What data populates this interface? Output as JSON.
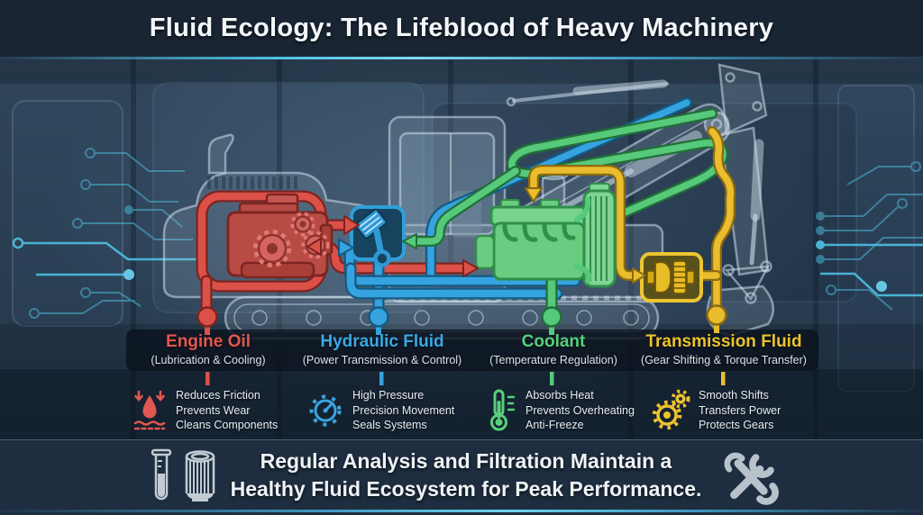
{
  "header": {
    "title": "Fluid Ecology: The Lifeblood of Heavy Machinery"
  },
  "systems": [
    {
      "name": "Engine Oil",
      "subtitle": "(Lubrication & Cooling)",
      "color": "#e2574f",
      "icon": "oil-drop-icon",
      "features": [
        "Reduces Friction",
        "Prevents Wear",
        "Cleans Components"
      ]
    },
    {
      "name": "Hydraulic Fluid",
      "subtitle": "(Power Transmission & Control)",
      "color": "#3aa8e3",
      "icon": "pressure-gauge-icon",
      "features": [
        "High Pressure",
        "Precision Movement",
        "Seals Systems"
      ]
    },
    {
      "name": "Coolant",
      "subtitle": "(Temperature Regulation)",
      "color": "#57d07c",
      "icon": "thermometer-icon",
      "features": [
        "Absorbs Heat",
        "Prevents Overheating",
        "Anti-Freeze"
      ]
    },
    {
      "name": "Transmission Fluid",
      "subtitle": "(Gear Shifting & Torque Transfer)",
      "color": "#ecc22f",
      "icon": "gears-icon",
      "features": [
        "Smooth Shifts",
        "Transfers Power",
        "Protects Gears"
      ]
    }
  ],
  "footer": {
    "line1": "Regular Analysis and Filtration Maintain a",
    "line2": "Healthy Fluid Ecosystem for Peak Performance.",
    "icons": [
      "test-tube-icon",
      "filter-icon",
      "crossed-wrenches-icon"
    ]
  },
  "diagram": {
    "machine": "excavator-silhouette",
    "components": [
      "engine-block",
      "hydraulic-piston-box",
      "coolant-engine-radiator",
      "transmission-torque-converter"
    ],
    "colors": {
      "engine_oil": "#e2574f",
      "hydraulic": "#3aa8e3",
      "coolant": "#57d07c",
      "transmission": "#ecc22f",
      "circuit_traces": "#4fc0e2",
      "background": "#263a4d"
    }
  }
}
